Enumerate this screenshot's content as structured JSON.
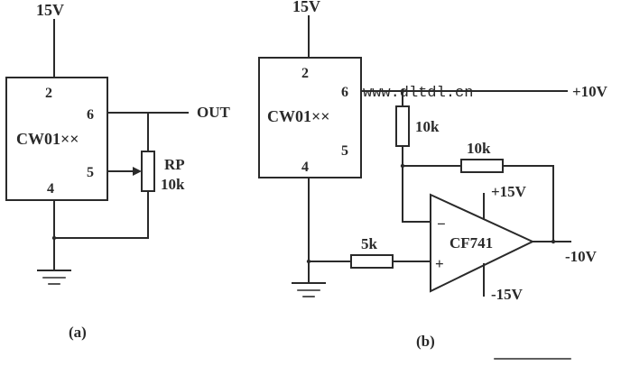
{
  "colors": {
    "ink": "#2a2a2a",
    "background": "#ffffff"
  },
  "watermark": "www.dltdl.cn",
  "circuit_a": {
    "supply": "15V",
    "chip": "CW01××",
    "pins": {
      "vin": "2",
      "vout": "6",
      "trim": "5",
      "gnd": "4"
    },
    "output": "OUT",
    "pot_name": "RP",
    "pot_value": "10k",
    "caption": "(a)"
  },
  "circuit_b": {
    "supply": "15V",
    "chip": "CW01××",
    "pins": {
      "vin": "2",
      "vout": "6",
      "trim": "5",
      "gnd": "4"
    },
    "pos_output": "+10V",
    "r_series": "10k",
    "r_feedback": "10k",
    "r_input": "5k",
    "opamp": "CF741",
    "opamp_pos_supply": "+15V",
    "opamp_neg_supply": "-15V",
    "inv_input": "−",
    "noninv_input": "+",
    "neg_output": "-10V",
    "caption": "(b)"
  }
}
